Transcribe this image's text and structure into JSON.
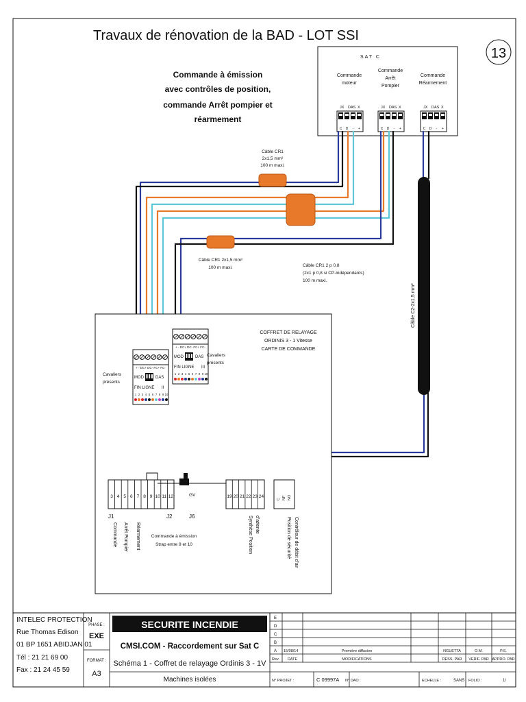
{
  "sheet": {
    "title": "Travaux de rénovation de la BAD - LOT SSI",
    "page_number": "13",
    "subtitle_lines": [
      "Commande à émission",
      "avec contrôles de position,",
      "commande Arrêt pompier et",
      "réarmement"
    ]
  },
  "satc": {
    "title": "SAT C",
    "groups": [
      {
        "name_lines": [
          "Commande",
          "moteur"
        ],
        "jx": "JX",
        "das": "DAS",
        "x": "X",
        "terms": [
          "C",
          "D",
          "-",
          "+"
        ]
      },
      {
        "name_lines": [
          "Commande",
          "Arrêt",
          "Pompier"
        ],
        "jx": "JX",
        "das": "DAS",
        "x": "X",
        "terms": [
          "C",
          "D",
          "-",
          "+"
        ]
      },
      {
        "name_lines": [
          "Commande",
          "Réarmement"
        ],
        "jx": "JX",
        "das": "DAS",
        "x": "X",
        "terms": [
          "C",
          "D",
          "-",
          "+"
        ]
      }
    ]
  },
  "cables": {
    "cr1_top": [
      "Câble CR1",
      "2x1,5 mm²",
      "100 m maxi."
    ],
    "cr1_bottom": [
      "Câble CR1 2x1,5 mm²",
      "100 m maxi."
    ],
    "cr1_2p": [
      "Câble CR1 2 p 0,8",
      "(2x1 p 0,8 si CP-indépendants)",
      "100 m maxi."
    ],
    "c2": "Câble C2-2x1,5 mm²"
  },
  "coffret": {
    "title_lines": [
      "COFFRET DE RELAYAGE",
      "ORDINIS 3 - 1 Vitesse",
      "CARTE DE COMMANDE"
    ],
    "module_left": {
      "mod": "MOD",
      "das": "DAS",
      "fin": "FIN LIGNE",
      "ind": "II",
      "cavaliers": [
        "Cavaliers",
        "présents"
      ],
      "pins": [
        "1",
        "2",
        "3",
        "4",
        "5",
        "6",
        "7",
        "8",
        "9",
        "10"
      ],
      "top_labels": "+ - DC+ DC- FC+ FC-"
    },
    "module_right": {
      "mod": "MOD",
      "das": "DAS",
      "fin": "FIN LIGNE",
      "ind": "III",
      "cavaliers": [
        "Cavaliers",
        "présents"
      ],
      "pins": [
        "1",
        "2",
        "3",
        "4",
        "5",
        "6",
        "7",
        "8",
        "9",
        "10"
      ],
      "top_labels": "+ - DC+ DC- FC+ FC-"
    }
  },
  "terminals": {
    "j1_pins": [
      "3",
      "4",
      "5",
      "6",
      "7",
      "8",
      "9",
      "10",
      "11",
      "12"
    ],
    "j6_pins": [
      "19",
      "20",
      "21",
      "22",
      "23",
      "24"
    ],
    "j1": "J1",
    "j2": "J2",
    "j6": "J6",
    "gv": "GV",
    "contact_labels": [
      "C",
      "NF",
      "NO"
    ],
    "labels_j1": [
      "Commande",
      "Arrêt Pompier",
      "Réarmement"
    ],
    "label_j6": [
      "Synthèse Position",
      "d'attente"
    ],
    "label_contact": [
      "Position de sécurité",
      "Contrôleur de débit d'air"
    ],
    "strap": [
      "Commande à émission",
      "Strap entre 9 et 10"
    ]
  },
  "cartouche": {
    "company_lines": [
      "INTELEC PROTECTION",
      "Rue Thomas Edison",
      "01 BP 1651 ABIDJAN 01",
      "Tél : 21 21 69 00",
      "Fax : 21 24 45 59"
    ],
    "phase_label": "PHASE :",
    "phase_value": "EXE",
    "format_label": "FORMAT :",
    "format_value": "A3",
    "banner": "SECURITE INCENDIE",
    "line1": "CMSI.COM - Raccordement sur Sat C",
    "line2": "Schéma 1 - Coffret de relayage Ordinis 3 - 1V",
    "line3": "Machines isolées",
    "rev_letters": [
      "E",
      "D",
      "C",
      "B",
      "A"
    ],
    "rev_a_date": "15/08/14",
    "rev_a_mod": "Première diffusion",
    "rev_a_dess": "NGUETTA",
    "rev_a_verif": "O.M.",
    "rev_a_appro": "P.S.",
    "col_rev": "Rev.",
    "col_date": "DATE",
    "col_mod": "MODIFICATIONS",
    "col_dess": "DESS. PAR",
    "col_verif": "VERIF. PAR",
    "col_appro": "APPRO. PAR",
    "projet_label": "N° PROJET :",
    "projet_value": "C 09997A",
    "dao_label": "N° DAO :",
    "echelle_label": "ECHELLE :",
    "echelle_value": "SANS",
    "folio_label": "FOLIO :",
    "folio_value": "1/"
  },
  "wire_colors": {
    "blue": "#2a3a9a",
    "red": "#d8232a",
    "orange": "#e8782a",
    "cyan": "#5ec8d8",
    "black": "#111111",
    "magenta": "#c23fb8",
    "cable_orange": "#e8782a"
  }
}
